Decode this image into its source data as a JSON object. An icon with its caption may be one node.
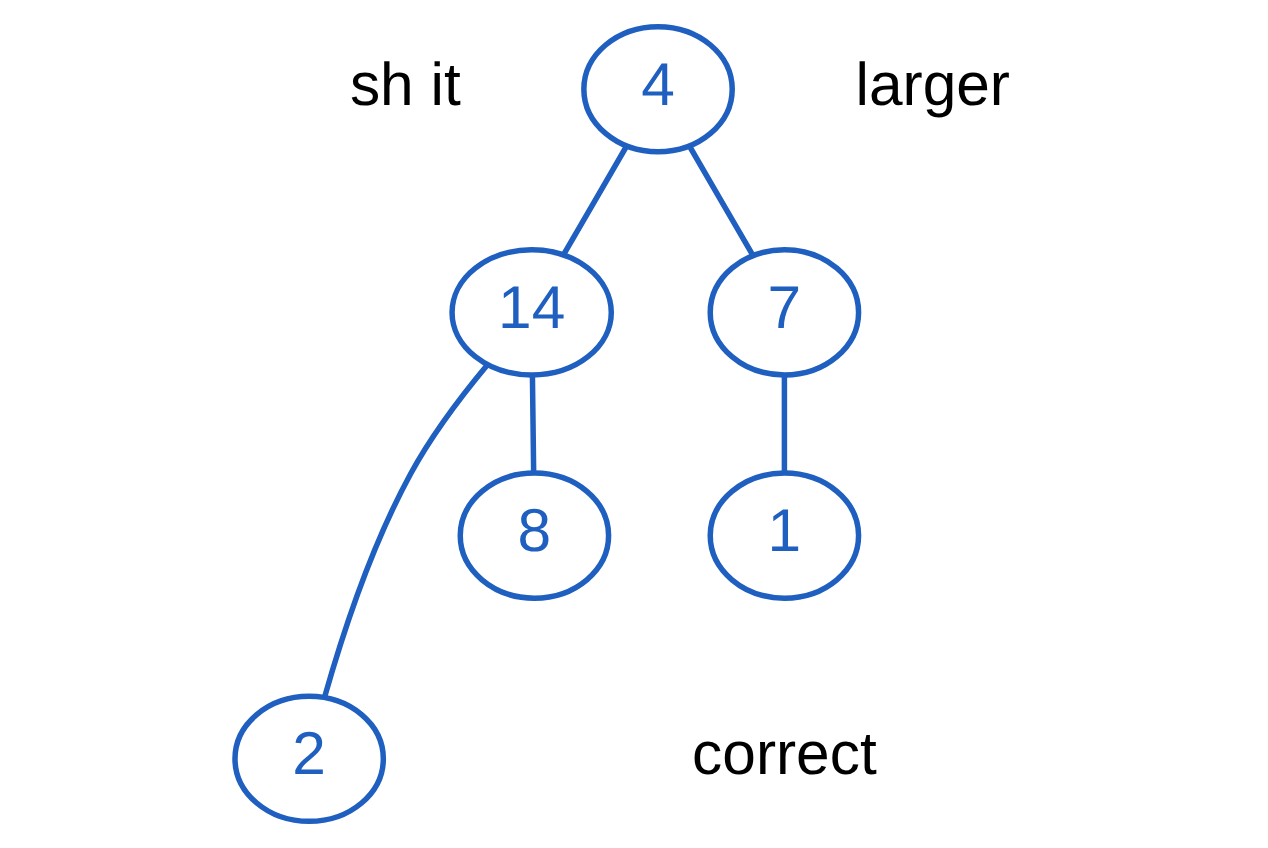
{
  "diagram": {
    "nodes": [
      {
        "text": [
          "4"
        ]
      },
      {
        "text": [
          "14"
        ]
      },
      {
        "text": [
          "7"
        ]
      },
      {
        "text": [
          "2"
        ]
      },
      {
        "text": [
          "8"
        ]
      },
      {
        "text": [
          "1"
        ]
      }
    ],
    "edges": [
      {
        "from": 0,
        "to": 1,
        "arrow": "none"
      },
      {
        "from": 0,
        "to": 2,
        "arrow": "none"
      },
      {
        "from": 1,
        "to": 3,
        "arrow": "none"
      },
      {
        "from": 1,
        "to": 4,
        "arrow": "none"
      },
      {
        "from": 2,
        "to": 5,
        "arrow": "none"
      }
    ],
    "labels": [
      "sh it",
      "larger",
      "correct"
    ]
  }
}
